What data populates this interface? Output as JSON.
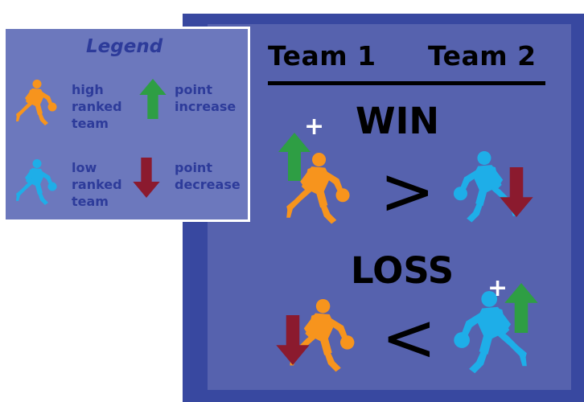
{
  "legend": {
    "title": "Legend",
    "high_ranked": [
      "high",
      "ranked",
      "team"
    ],
    "low_ranked": [
      "low",
      "ranked",
      "team"
    ],
    "point_increase": [
      "point",
      "increase"
    ],
    "point_decrease": [
      "point",
      "decrease"
    ]
  },
  "board": {
    "team1": "Team 1",
    "team2": "Team 2",
    "win": "WIN",
    "loss": "LOSS",
    "greater": ">",
    "less": "<",
    "plus": "+"
  },
  "colors": {
    "high_ranked": "#f7941d",
    "low_ranked": "#1eaee8",
    "increase": "#2e9e44",
    "decrease": "#8b1a2e",
    "text_legend": "#2d3b9a"
  },
  "icons": {
    "high_ranked_player": "basketball-player-icon",
    "low_ranked_player": "basketball-player-icon",
    "increase": "arrow-up-icon",
    "decrease": "arrow-down-icon"
  }
}
